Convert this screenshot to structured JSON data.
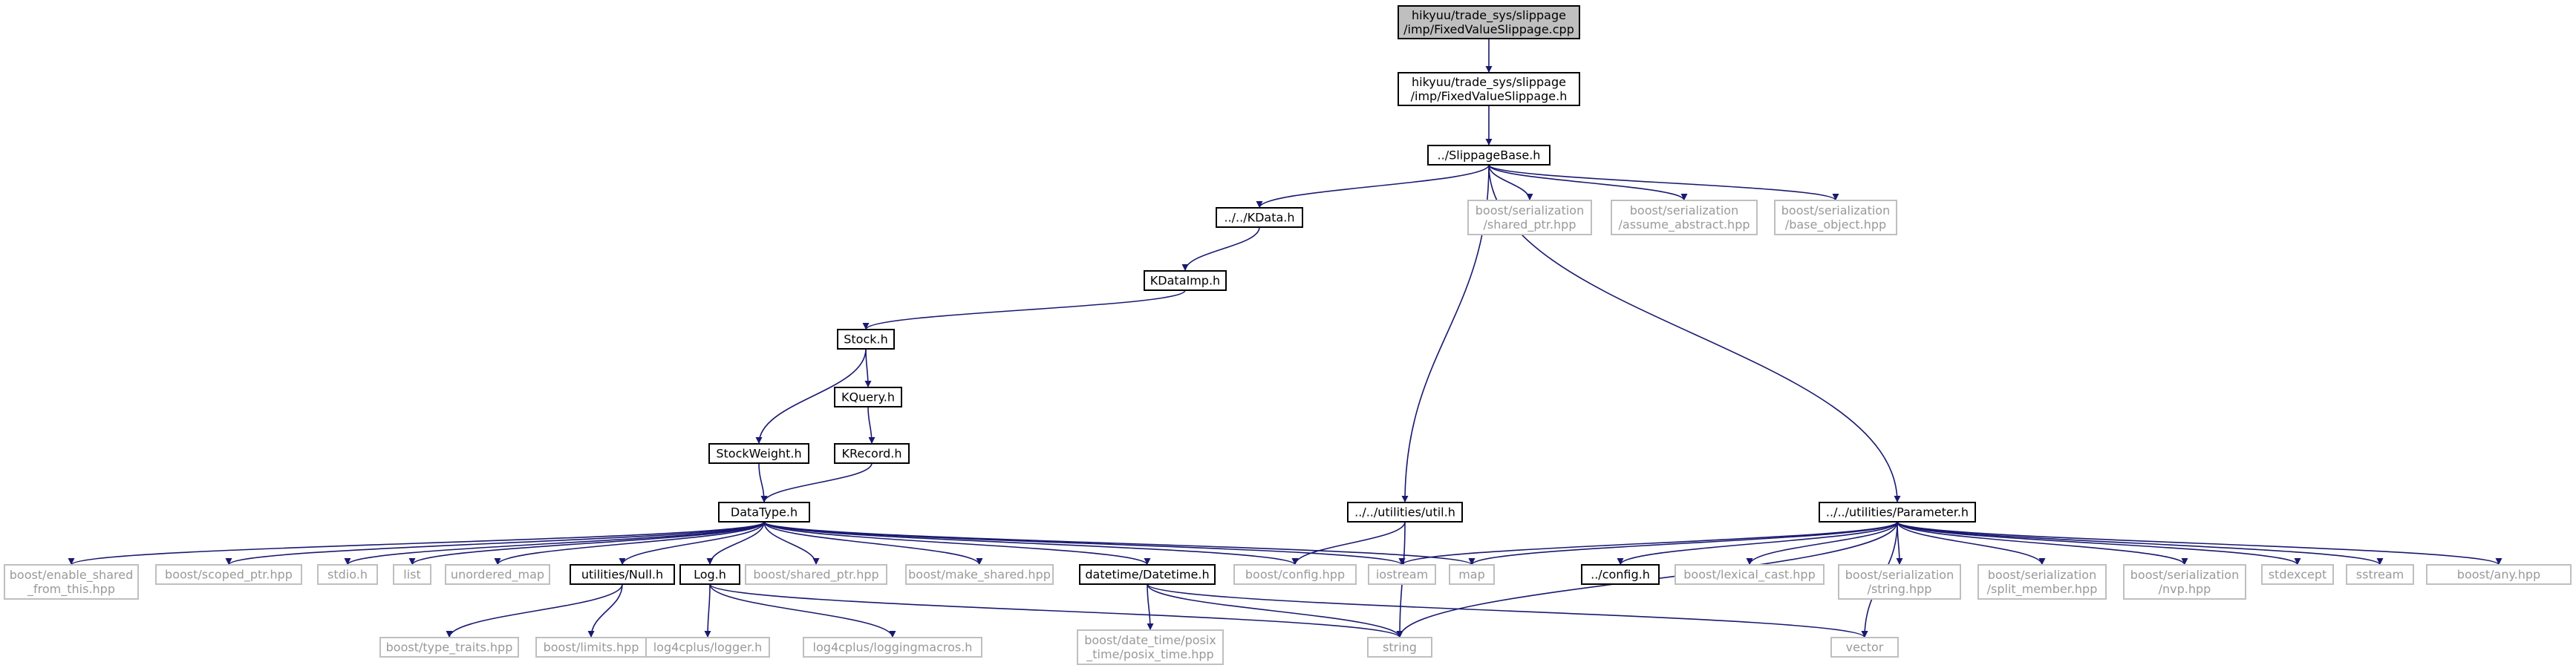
{
  "nodes": [
    {
      "id": "root",
      "lines": [
        "hikyuu/trade_sys/slippage",
        "/imp/FixedValueSlippage.cpp"
      ],
      "style": "root"
    },
    {
      "id": "fvs_h",
      "lines": [
        "hikyuu/trade_sys/slippage",
        "/imp/FixedValueSlippage.h"
      ],
      "style": "normal"
    },
    {
      "id": "slipbase",
      "lines": [
        "../SlippageBase.h"
      ],
      "style": "normal"
    },
    {
      "id": "kdata",
      "lines": [
        "../../KData.h"
      ],
      "style": "normal"
    },
    {
      "id": "ser_sp",
      "lines": [
        "boost/serialization",
        "/shared_ptr.hpp"
      ],
      "style": "gray"
    },
    {
      "id": "ser_aa",
      "lines": [
        "boost/serialization",
        "/assume_abstract.hpp"
      ],
      "style": "gray"
    },
    {
      "id": "ser_bo",
      "lines": [
        "boost/serialization",
        "/base_object.hpp"
      ],
      "style": "gray"
    },
    {
      "id": "kdataimp",
      "lines": [
        "KDataImp.h"
      ],
      "style": "normal"
    },
    {
      "id": "stock",
      "lines": [
        "Stock.h"
      ],
      "style": "normal"
    },
    {
      "id": "kquery",
      "lines": [
        "KQuery.h"
      ],
      "style": "normal"
    },
    {
      "id": "stockw",
      "lines": [
        "StockWeight.h"
      ],
      "style": "normal"
    },
    {
      "id": "krecord",
      "lines": [
        "KRecord.h"
      ],
      "style": "normal"
    },
    {
      "id": "datatype",
      "lines": [
        "DataType.h"
      ],
      "style": "normal"
    },
    {
      "id": "util",
      "lines": [
        "../../utilities/util.h"
      ],
      "style": "normal"
    },
    {
      "id": "param",
      "lines": [
        "../../utilities/Parameter.h"
      ],
      "style": "normal"
    },
    {
      "id": "esft",
      "lines": [
        "boost/enable_shared",
        "_from_this.hpp"
      ],
      "style": "gray"
    },
    {
      "id": "scoped",
      "lines": [
        "boost/scoped_ptr.hpp"
      ],
      "style": "gray"
    },
    {
      "id": "stdio",
      "lines": [
        "stdio.h"
      ],
      "style": "gray"
    },
    {
      "id": "list",
      "lines": [
        "list"
      ],
      "style": "gray"
    },
    {
      "id": "umap",
      "lines": [
        "unordered_map"
      ],
      "style": "gray"
    },
    {
      "id": "null",
      "lines": [
        "utilities/Null.h"
      ],
      "style": "normal"
    },
    {
      "id": "log",
      "lines": [
        "Log.h"
      ],
      "style": "normal"
    },
    {
      "id": "bsp",
      "lines": [
        "boost/shared_ptr.hpp"
      ],
      "style": "gray"
    },
    {
      "id": "bms",
      "lines": [
        "boost/make_shared.hpp"
      ],
      "style": "gray"
    },
    {
      "id": "dt",
      "lines": [
        "datetime/Datetime.h"
      ],
      "style": "normal"
    },
    {
      "id": "bconfig",
      "lines": [
        "boost/config.hpp"
      ],
      "style": "gray"
    },
    {
      "id": "iostream",
      "lines": [
        "iostream"
      ],
      "style": "gray"
    },
    {
      "id": "map",
      "lines": [
        "map"
      ],
      "style": "gray"
    },
    {
      "id": "config",
      "lines": [
        "../config.h"
      ],
      "style": "normal"
    },
    {
      "id": "lexcast",
      "lines": [
        "boost/lexical_cast.hpp"
      ],
      "style": "gray"
    },
    {
      "id": "ser_str",
      "lines": [
        "boost/serialization",
        "/string.hpp"
      ],
      "style": "gray"
    },
    {
      "id": "ser_split",
      "lines": [
        "boost/serialization",
        "/split_member.hpp"
      ],
      "style": "gray"
    },
    {
      "id": "ser_nvp",
      "lines": [
        "boost/serialization",
        "/nvp.hpp"
      ],
      "style": "gray"
    },
    {
      "id": "stdexcept",
      "lines": [
        "stdexcept"
      ],
      "style": "gray"
    },
    {
      "id": "sstream",
      "lines": [
        "sstream"
      ],
      "style": "gray"
    },
    {
      "id": "bany",
      "lines": [
        "boost/any.hpp"
      ],
      "style": "gray"
    },
    {
      "id": "typetraits",
      "lines": [
        "boost/type_traits.hpp"
      ],
      "style": "gray"
    },
    {
      "id": "limits",
      "lines": [
        "boost/limits.hpp"
      ],
      "style": "gray"
    },
    {
      "id": "logger",
      "lines": [
        "log4cplus/logger.h"
      ],
      "style": "gray"
    },
    {
      "id": "logmacros",
      "lines": [
        "log4cplus/loggingmacros.h"
      ],
      "style": "gray"
    },
    {
      "id": "posix",
      "lines": [
        "boost/date_time/posix",
        "_time/posix_time.hpp"
      ],
      "style": "gray"
    },
    {
      "id": "string",
      "lines": [
        "string"
      ],
      "style": "gray"
    },
    {
      "id": "vector",
      "lines": [
        "vector"
      ],
      "style": "gray"
    }
  ],
  "edges": [
    [
      "root",
      "fvs_h"
    ],
    [
      "fvs_h",
      "slipbase"
    ],
    [
      "slipbase",
      "kdata"
    ],
    [
      "slipbase",
      "ser_sp"
    ],
    [
      "slipbase",
      "ser_aa"
    ],
    [
      "slipbase",
      "ser_bo"
    ],
    [
      "slipbase",
      "util"
    ],
    [
      "slipbase",
      "param"
    ],
    [
      "kdata",
      "kdataimp"
    ],
    [
      "kdataimp",
      "stock"
    ],
    [
      "stock",
      "kquery"
    ],
    [
      "stock",
      "stockw"
    ],
    [
      "kquery",
      "krecord"
    ],
    [
      "stockw",
      "datatype"
    ],
    [
      "krecord",
      "datatype"
    ],
    [
      "datatype",
      "esft"
    ],
    [
      "datatype",
      "scoped"
    ],
    [
      "datatype",
      "stdio"
    ],
    [
      "datatype",
      "list"
    ],
    [
      "datatype",
      "umap"
    ],
    [
      "datatype",
      "null"
    ],
    [
      "datatype",
      "log"
    ],
    [
      "datatype",
      "bsp"
    ],
    [
      "datatype",
      "bms"
    ],
    [
      "datatype",
      "dt"
    ],
    [
      "datatype",
      "bconfig"
    ],
    [
      "datatype",
      "iostream"
    ],
    [
      "datatype",
      "map"
    ],
    [
      "util",
      "bconfig"
    ],
    [
      "util",
      "string"
    ],
    [
      "param",
      "iostream"
    ],
    [
      "param",
      "map"
    ],
    [
      "param",
      "config"
    ],
    [
      "param",
      "lexcast"
    ],
    [
      "param",
      "ser_str"
    ],
    [
      "param",
      "ser_split"
    ],
    [
      "param",
      "ser_nvp"
    ],
    [
      "param",
      "stdexcept"
    ],
    [
      "param",
      "sstream"
    ],
    [
      "param",
      "bany"
    ],
    [
      "param",
      "string"
    ],
    [
      "param",
      "vector"
    ],
    [
      "null",
      "typetraits"
    ],
    [
      "null",
      "limits"
    ],
    [
      "log",
      "logger"
    ],
    [
      "log",
      "logmacros"
    ],
    [
      "log",
      "string"
    ],
    [
      "dt",
      "posix"
    ],
    [
      "dt",
      "string"
    ],
    [
      "dt",
      "vector"
    ]
  ],
  "colors": {
    "edge": "#191970",
    "node_border": "#000000",
    "gray_border": "#bfbfbf",
    "gray_text": "#999999",
    "root_fill": "#bfbfbf",
    "text": "#000000"
  }
}
